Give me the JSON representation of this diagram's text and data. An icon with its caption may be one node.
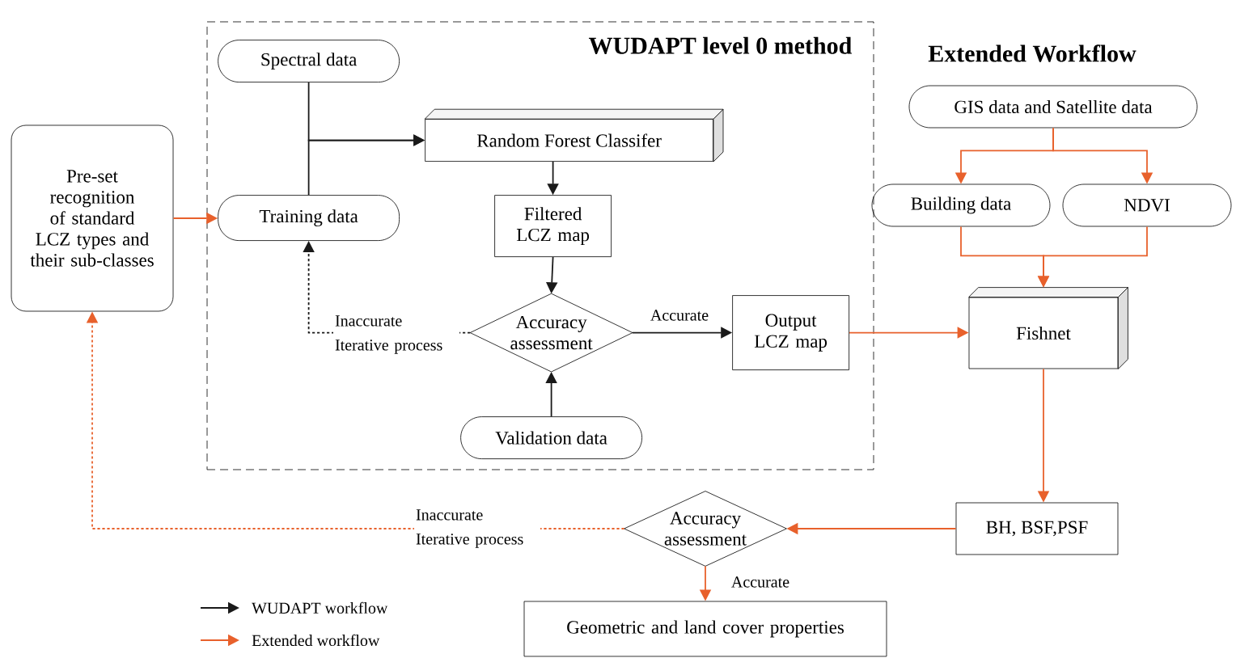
{
  "diagram": {
    "nodes": [
      {
        "text": [
          "WUDAPT level 0 method"
        ]
      },
      {
        "text": [
          "Spectral data"
        ],
        "in": 0
      },
      {
        "text": [
          "Random Forest Classifer"
        ],
        "in": 0
      },
      {
        "text": [
          "Training data"
        ],
        "in": 0
      },
      {
        "text": [
          "Filtered LCZ map"
        ],
        "in": 0
      },
      {
        "text": [
          "Accuracy assessment"
        ],
        "in": 0
      },
      {
        "text": [
          "Output LCZ map"
        ],
        "in": 0
      },
      {
        "text": [
          "Validation data"
        ],
        "in": 0
      },
      {
        "text": [
          "Pre-set recognition of standard LCZ types and their sub-classes"
        ]
      },
      {
        "text": [
          "GIS data and Satellite data"
        ]
      },
      {
        "text": [
          "Building data"
        ]
      },
      {
        "text": [
          "NDVI"
        ]
      },
      {
        "text": [
          "Fishnet"
        ]
      },
      {
        "text": [
          "BH, BSF,PSF"
        ]
      },
      {
        "text": [
          "Accuracy assessment"
        ]
      },
      {
        "text": [
          "Geometric and land cover properties"
        ]
      }
    ],
    "edges": [
      {
        "from": 1,
        "to": 2,
        "arrow": "to",
        "color": "#1a1a1a"
      },
      {
        "from": 3,
        "to": 2,
        "arrow": "to",
        "color": "#1a1a1a"
      },
      {
        "from": 2,
        "to": 4,
        "arrow": "to",
        "color": "#1a1a1a"
      },
      {
        "from": 4,
        "to": 5,
        "arrow": "to",
        "color": "#1a1a1a"
      },
      {
        "from": 7,
        "to": 5,
        "arrow": "to",
        "color": "#1a1a1a"
      },
      {
        "from": 5,
        "to": 6,
        "arrow": "to",
        "label": "Accurate",
        "color": "#1a1a1a"
      },
      {
        "from": 5,
        "to": 3,
        "arrow": "to",
        "label": "Inaccurate Iterative process",
        "style": "dashed",
        "color": "#1a1a1a"
      },
      {
        "from": 8,
        "to": 3,
        "arrow": "to"
      },
      {
        "from": 6,
        "to": 12,
        "arrow": "to"
      },
      {
        "from": 9,
        "to": 10,
        "arrow": "to"
      },
      {
        "from": 9,
        "to": 11,
        "arrow": "to"
      },
      {
        "from": 10,
        "to": 12,
        "arrow": "to"
      },
      {
        "from": 11,
        "to": 12,
        "arrow": "to"
      },
      {
        "from": 12,
        "to": 13,
        "arrow": "to"
      },
      {
        "from": 13,
        "to": 14,
        "arrow": "to"
      },
      {
        "from": 14,
        "to": 8,
        "arrow": "to",
        "label": "Inaccurate Iterative process",
        "style": "dashed"
      },
      {
        "from": 14,
        "to": 15,
        "arrow": "to",
        "label": "Accurate"
      }
    ],
    "labels": [
      "Extended Workflow"
    ],
    "legend": [
      {
        "text": "WUDAPT workflow"
      },
      {
        "text": "Extended workflow"
      }
    ]
  }
}
